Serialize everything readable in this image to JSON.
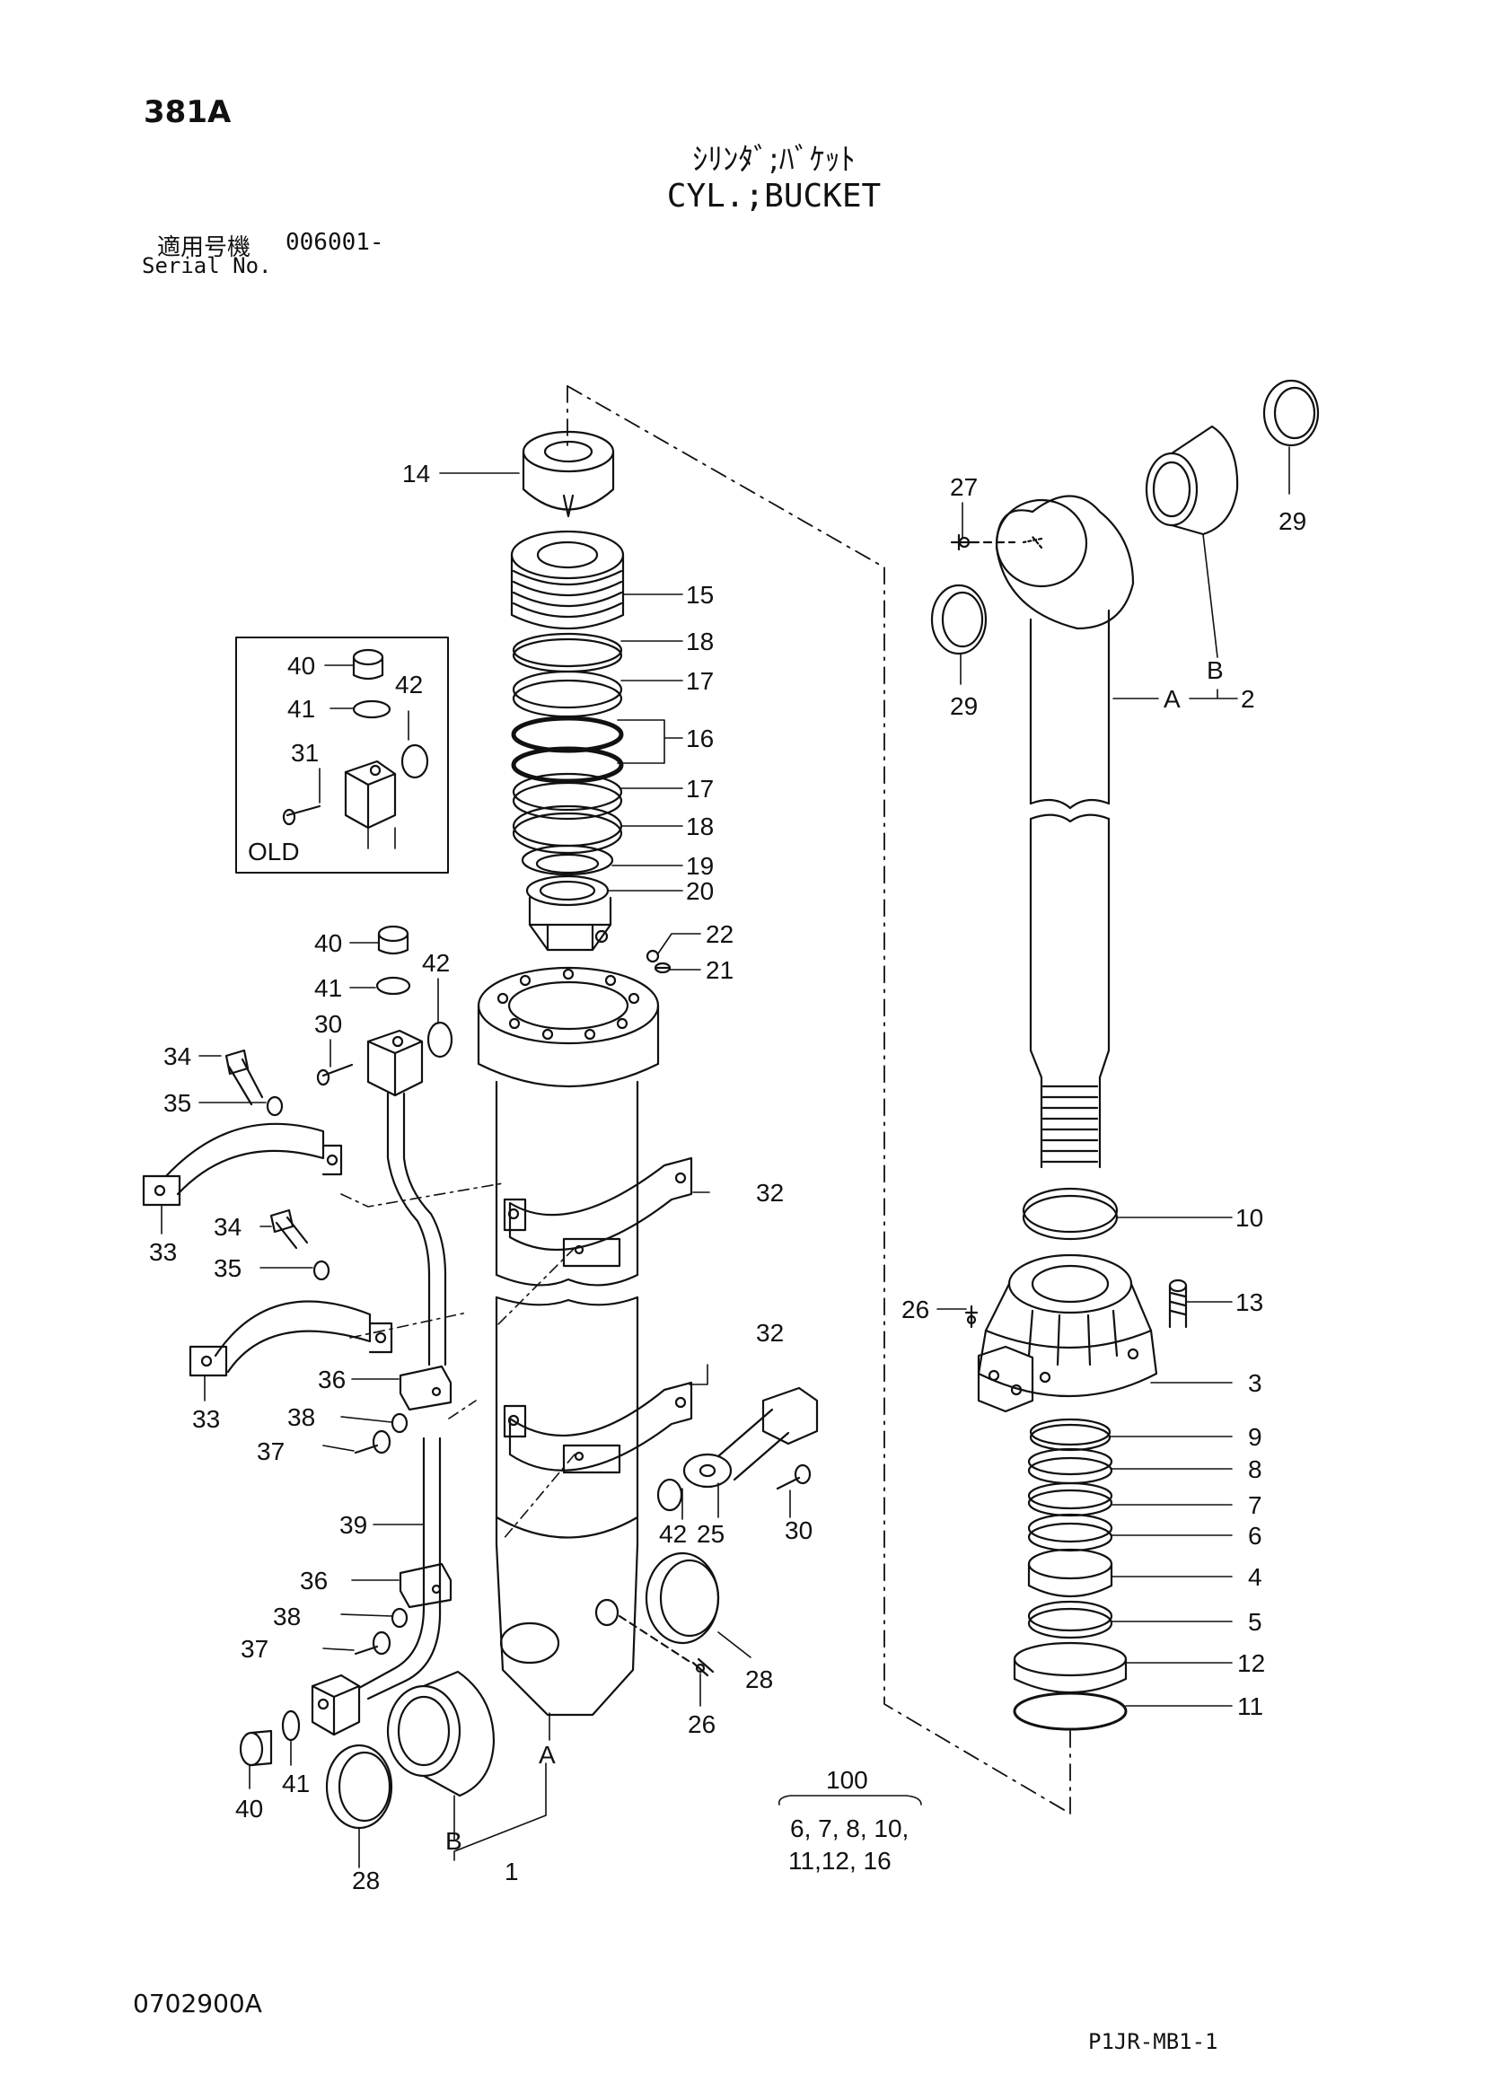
{
  "header": {
    "page_code": "381A",
    "title_jp": "ｼﾘﾝﾀﾞ;ﾊﾞｹｯﾄ",
    "title_en": "CYL.;BUCKET",
    "serial_label_jp": "適用号機",
    "serial_value": "006001-",
    "serial_label_en": "Serial No."
  },
  "footer": {
    "drawing_number": "0702900A",
    "sheet_code": "P1JR-MB1-1"
  },
  "inset": {
    "label": "OLD"
  },
  "callouts": [
    {
      "id": "c14",
      "text": "14"
    },
    {
      "id": "c15",
      "text": "15"
    },
    {
      "id": "c18a",
      "text": "18"
    },
    {
      "id": "c17a",
      "text": "17"
    },
    {
      "id": "c16",
      "text": "16"
    },
    {
      "id": "c17b",
      "text": "17"
    },
    {
      "id": "c18b",
      "text": "18"
    },
    {
      "id": "c19",
      "text": "19"
    },
    {
      "id": "c20",
      "text": "20"
    },
    {
      "id": "c22",
      "text": "22"
    },
    {
      "id": "c21",
      "text": "21"
    },
    {
      "id": "c40a",
      "text": "40"
    },
    {
      "id": "c41a",
      "text": "41"
    },
    {
      "id": "c42a",
      "text": "42"
    },
    {
      "id": "c31",
      "text": "31"
    },
    {
      "id": "c40b",
      "text": "40"
    },
    {
      "id": "c41b",
      "text": "41"
    },
    {
      "id": "c42b",
      "text": "42"
    },
    {
      "id": "c30a",
      "text": "30"
    },
    {
      "id": "c34a",
      "text": "34"
    },
    {
      "id": "c35a",
      "text": "35"
    },
    {
      "id": "c33a",
      "text": "33"
    },
    {
      "id": "c32a",
      "text": "32"
    },
    {
      "id": "c34b",
      "text": "34"
    },
    {
      "id": "c35b",
      "text": "35"
    },
    {
      "id": "c33b",
      "text": "33"
    },
    {
      "id": "c32b",
      "text": "32"
    },
    {
      "id": "c36a",
      "text": "36"
    },
    {
      "id": "c38a",
      "text": "38"
    },
    {
      "id": "c37a",
      "text": "37"
    },
    {
      "id": "c39",
      "text": "39"
    },
    {
      "id": "c42c",
      "text": "42"
    },
    {
      "id": "c25",
      "text": "25"
    },
    {
      "id": "c30b",
      "text": "30"
    },
    {
      "id": "c36b",
      "text": "36"
    },
    {
      "id": "c38b",
      "text": "38"
    },
    {
      "id": "c37b",
      "text": "37"
    },
    {
      "id": "c40c",
      "text": "40"
    },
    {
      "id": "c41c",
      "text": "41"
    },
    {
      "id": "c28a",
      "text": "28"
    },
    {
      "id": "c28b",
      "text": "28"
    },
    {
      "id": "c26a",
      "text": "26"
    },
    {
      "id": "cA1",
      "text": "A"
    },
    {
      "id": "cB1",
      "text": "B"
    },
    {
      "id": "c1",
      "text": "1"
    },
    {
      "id": "c27",
      "text": "27"
    },
    {
      "id": "c29a",
      "text": "29"
    },
    {
      "id": "c29b",
      "text": "29"
    },
    {
      "id": "cB2",
      "text": "B"
    },
    {
      "id": "cA2",
      "text": "A"
    },
    {
      "id": "c2",
      "text": "2"
    },
    {
      "id": "c10",
      "text": "10"
    },
    {
      "id": "c26b",
      "text": "26"
    },
    {
      "id": "c13",
      "text": "13"
    },
    {
      "id": "c3",
      "text": "3"
    },
    {
      "id": "c9",
      "text": "9"
    },
    {
      "id": "c8",
      "text": "8"
    },
    {
      "id": "c7",
      "text": "7"
    },
    {
      "id": "c6",
      "text": "6"
    },
    {
      "id": "c4",
      "text": "4"
    },
    {
      "id": "c5",
      "text": "5"
    },
    {
      "id": "c12",
      "text": "12"
    },
    {
      "id": "c11",
      "text": "11"
    }
  ],
  "seal_kit": {
    "number": "100",
    "line1": "6, 7, 8, 10,",
    "line2": "11,12, 16"
  }
}
